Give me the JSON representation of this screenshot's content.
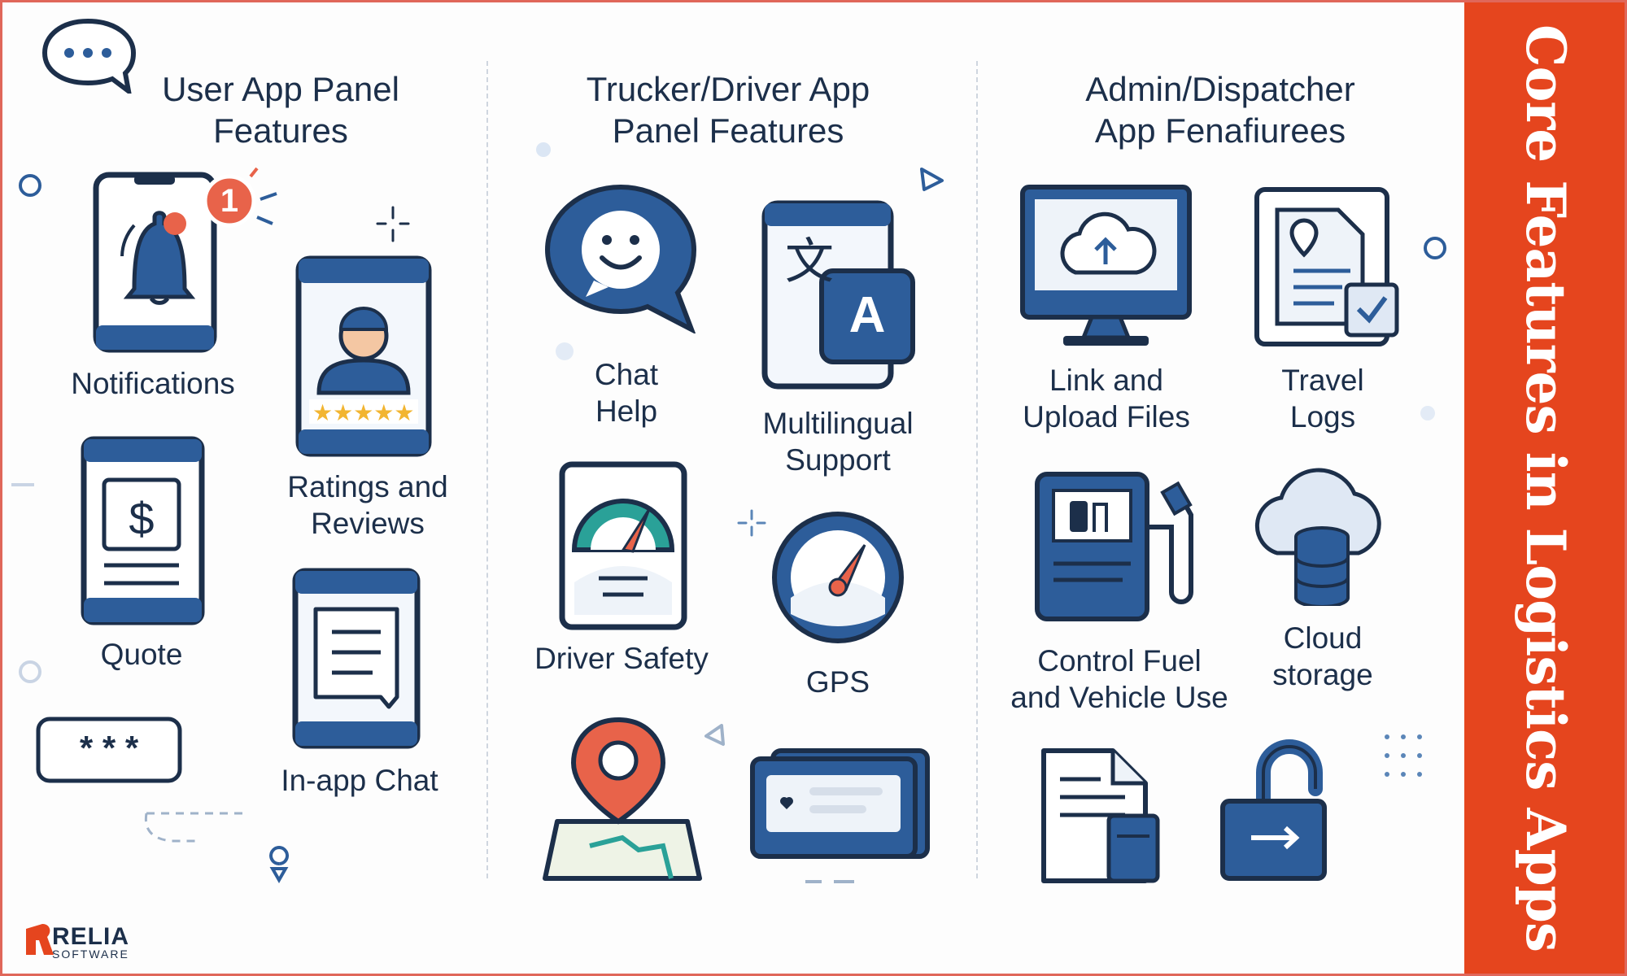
{
  "side_title": "Core Features in Logistics Apps",
  "columns": [
    {
      "title": [
        "User App Panel",
        "Features"
      ],
      "features": [
        "Notifications",
        "Ratings and Reviews",
        "Quote",
        "In-app Chat"
      ]
    },
    {
      "title": [
        "Trucker/Driver App",
        "Panel Features"
      ],
      "features": [
        "Chat Help",
        "Multilingual Support",
        "Driver Safety",
        "GPS"
      ]
    },
    {
      "title": [
        "Admin/Dispatcher",
        "App Fenafiurees"
      ],
      "features": [
        "Link and Upload Files",
        "Travel Logs",
        "Control Fuel and Vehicle Use",
        "Cloud storage"
      ]
    }
  ],
  "notification_badge": "1",
  "password_mask": "* * *",
  "translate_glyph_1": "文",
  "translate_glyph_2": "A",
  "quote_symbol": "$",
  "brand": {
    "name": "RELIA",
    "sub": "SOFTWARE"
  },
  "colors": {
    "navy": "#1c2f4a",
    "blue": "#2d5d9a",
    "accent": "#e5451e",
    "coral": "#e8634a",
    "light_blue": "#e6eef8",
    "teal": "#2aa198"
  },
  "icons": [
    "chat-bubble-icon",
    "bell-phone-icon",
    "rated-profile-icon",
    "quote-phone-icon",
    "chat-phone-icon",
    "password-field-icon",
    "smile-chat-icon",
    "translate-phone-icon",
    "speedometer-phone-icon",
    "gauge-icon",
    "map-pin-icon",
    "id-card-icon",
    "cloud-monitor-icon",
    "document-check-icon",
    "fuel-pump-icon",
    "cloud-database-icon",
    "document-icon",
    "unlock-icon"
  ]
}
